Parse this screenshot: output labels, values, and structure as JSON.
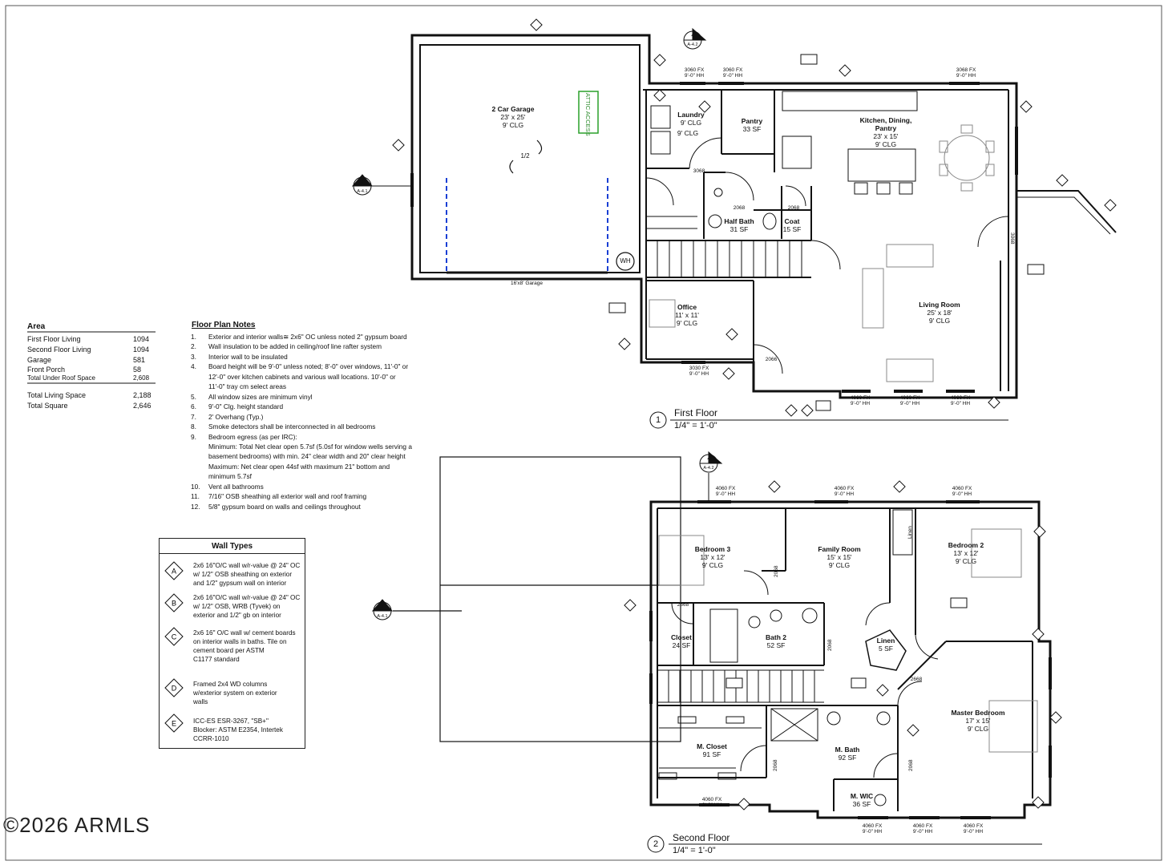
{
  "area": {
    "title": "Area",
    "rows": [
      {
        "label": "First Floor Living",
        "value": "1094"
      },
      {
        "label": "Second Floor Living",
        "value": "1094"
      },
      {
        "label": "Garage",
        "value": "581"
      },
      {
        "label": "Front Porch",
        "value": "58"
      },
      {
        "label": "Total Under Roof Space",
        "value": "2,608"
      }
    ],
    "totals": [
      {
        "label": "Total Living Space",
        "value": "2,188"
      },
      {
        "label": "Total Square",
        "value": "2,646"
      }
    ]
  },
  "notes": {
    "title": "Floor Plan Notes",
    "lines": [
      {
        "n": "1.",
        "text": "Exterior and interior walls≅ 2x6\" OC unless noted 2\" gypsum board"
      },
      {
        "n": "2.",
        "text": "Wall insulation to be added in ceiling/roof line rafter system"
      },
      {
        "n": "3.",
        "text": "Interior wall to be insulated"
      },
      {
        "n": "4.",
        "text": "Board height will be 9'-0\" unless noted; 8'-0\" over windows, 11'-0\" or"
      },
      {
        "n": "",
        "text": "12'-0\" over kitchen cabinets and various wall locations.  10'-0\" or"
      },
      {
        "n": "",
        "text": "11'-0\" tray cm select areas"
      },
      {
        "n": "5.",
        "text": "All window sizes are minimum vinyl"
      },
      {
        "n": "6.",
        "text": "9'-0\" Clg. height standard"
      },
      {
        "n": "7.",
        "text": "2' Overhang (Typ.)"
      },
      {
        "n": "8.",
        "text": "Smoke detectors shall be interconnected in all bedrooms"
      },
      {
        "n": "9.",
        "text": "Bedroom egress (as per IRC):"
      },
      {
        "n": "",
        "text": "Minimum: Total Net clear open 5.7sf (5.0sf for window wells serving a"
      },
      {
        "n": "",
        "text": "basement bedrooms) with min. 24\" clear width and 20\" clear height"
      },
      {
        "n": "",
        "text": "Maximum: Net clear open 44sf with maximum 21\" bottom and"
      },
      {
        "n": "",
        "text": "minimum 5.7sf"
      },
      {
        "n": "10.",
        "text": "Vent all bathrooms"
      },
      {
        "n": "11.",
        "text": "7/16\" OSB sheathing all exterior wall and roof framing"
      },
      {
        "n": "12.",
        "text": "5/8\" gypsum board on walls and ceilings throughout"
      }
    ]
  },
  "wall_types": {
    "title": "Wall Types",
    "items": [
      {
        "sym": "A",
        "lines": [
          "2x6 16\"O/C wall w/r-value @ 24\" OC",
          "w/ 1/2\" OSB sheathing on exterior",
          "and 1/2\" gypsum wall on interior"
        ]
      },
      {
        "sym": "B",
        "lines": [
          "2x6 16\"O/C wall w/r-value @ 24\" OC",
          "w/ 1/2\" OSB, WRB (Tyvek) on",
          "exterior and 1/2\" gb on interior"
        ]
      },
      {
        "sym": "C",
        "lines": [
          "2x6 16\" O/C wall w/ cement boards",
          "on interior walls in baths. Tile on",
          "cement board per ASTM",
          "C1177 standard"
        ]
      },
      {
        "sym": "D",
        "lines": [
          "Framed 2x4 WD columns",
          "w/exterior system on exterior",
          "walls"
        ]
      },
      {
        "sym": "E",
        "lines": [
          "ICC-ES ESR-3267, \"SB+\"",
          "Blocker: ASTM E2354, Intertek",
          "CCRR-1010"
        ]
      }
    ]
  },
  "first_floor": {
    "number": "1",
    "title": "First Floor",
    "scale": "1/4\" = 1'-0\"",
    "rooms": {
      "garage": {
        "name": "2 Car Garage",
        "size": "23' x 25'",
        "clg": "9' CLG"
      },
      "garage_door": "16'x8' Garage",
      "garage_slope": "1/2",
      "attic_access": "ATTIC ACCESS",
      "laundry": {
        "name": "Laundry",
        "size": "9' CLG",
        "clg": "9' CLG"
      },
      "pantry": {
        "name": "Pantry",
        "size": "33 SF"
      },
      "kitchen": {
        "name": "Kitchen, Dining,",
        "name2": "Pantry",
        "size": "23' x 15'",
        "clg": "9' CLG"
      },
      "half_bath": {
        "name": "Half Bath",
        "size": "31 SF"
      },
      "coat": {
        "name": "Coat",
        "size": "15 SF"
      },
      "office": {
        "name": "Office",
        "size": "11' x 11'",
        "clg": "9' CLG"
      },
      "living": {
        "name": "Living Room",
        "size": "25' x 18'",
        "clg": "9' CLG"
      },
      "wh": "WH"
    },
    "windows": [
      {
        "a": "3060 FX",
        "b": "9'-0\" HH"
      },
      {
        "a": "3060 FX",
        "b": "9'-0\" HH"
      },
      {
        "a": "3068 FX",
        "b": "9'-0\" HH"
      },
      {
        "a": "3030 FX",
        "b": "9'-0\" HH"
      },
      {
        "a": "4060 FX",
        "b": "9'-0\" HH"
      },
      {
        "a": "4060 FX",
        "b": "9'-0\" HH"
      },
      {
        "a": "4060 FX",
        "b": "9'-0\" HH"
      }
    ],
    "doors": [
      "3068",
      "2068",
      "2068",
      "2066",
      "3068"
    ],
    "section_tag": {
      "top": "4",
      "bottom": "A-4.2"
    },
    "section_tag_left": {
      "top": "4",
      "bottom": "A-4.1"
    }
  },
  "second_floor": {
    "number": "2",
    "title": "Second Floor",
    "scale": "1/4\" = 1'-0\"",
    "rooms": {
      "bedroom3": {
        "name": "Bedroom 3",
        "size": "13' x 12'",
        "clg": "9' CLG"
      },
      "family": {
        "name": "Family Room",
        "size": "15' x 15'",
        "clg": "9' CLG"
      },
      "bedroom2": {
        "name": "Bedroom 2",
        "size": "13' x 12'",
        "clg": "9' CLG"
      },
      "closet": {
        "name": "Closet",
        "size": "24 SF"
      },
      "bath2": {
        "name": "Bath 2",
        "size": "52 SF"
      },
      "linen": {
        "name": "Linen",
        "size": "5 SF"
      },
      "linen_v": "Linen",
      "master": {
        "name": "Master Bedroom",
        "size": "17' x 15'",
        "clg": "9' CLG"
      },
      "mcloset": {
        "name": "M. Closet",
        "size": "91 SF"
      },
      "mbath": {
        "name": "M. Bath",
        "size": "92 SF"
      },
      "mwic": {
        "name": "M. WIC",
        "size": "36 SF"
      }
    },
    "windows": [
      {
        "a": "4060 FX",
        "b": "9'-0\" HH"
      },
      {
        "a": "4060 FX",
        "b": "9'-0\" HH"
      },
      {
        "a": "4060 FX",
        "b": "9'-0\" HH"
      },
      {
        "a": "4060 FX",
        "b": "9'-0\" HH"
      },
      {
        "a": "4060 FX",
        "b": "9'-0\" HH"
      },
      {
        "a": "4060 FX",
        "b": "9'-0\" HH"
      },
      {
        "a": "4060 FX",
        "b": "9'-0\" HH"
      }
    ],
    "doors": [
      "2668",
      "2068",
      "2068",
      "2668",
      "2068",
      "2068"
    ],
    "section_tag": {
      "top": "4",
      "bottom": "A-4.2"
    },
    "section_tag_left": {
      "top": "4",
      "bottom": "A-4.1"
    }
  },
  "watermark": "©2026 ARMLS"
}
